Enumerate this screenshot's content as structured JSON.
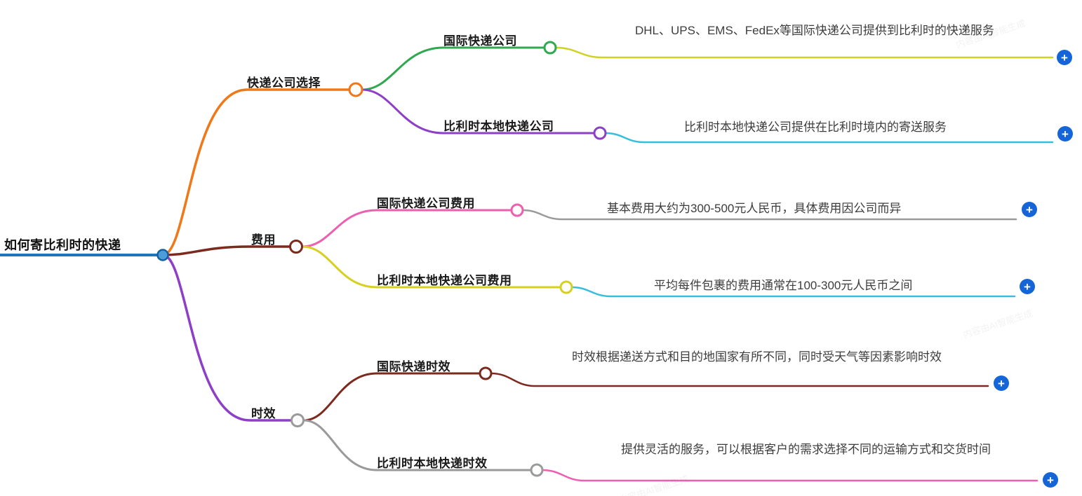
{
  "root": {
    "label": "如何寄比利时的快递"
  },
  "branches": [
    {
      "label": "快递公司选择",
      "color": "#f07818",
      "children": [
        {
          "label": "国际快递公司",
          "color": "#2fa84f",
          "detail": "DHL、UPS、EMS、FedEx等国际快递公司提供到比利时的快递服务",
          "detail_line_color": "#cfd21f"
        },
        {
          "label": "比利时本地快递公司",
          "color": "#8e3fc7",
          "detail": "比利时本地快递公司提供在比利时境内的寄送服务",
          "detail_line_color": "#35bfdc"
        }
      ]
    },
    {
      "label": "费用",
      "color": "#7d2a1e",
      "children": [
        {
          "label": "国际快递公司费用",
          "color": "#ee5fb0",
          "detail": "基本费用大约为300-500元人民币，具体费用因公司而异",
          "detail_line_color": "#9a9a9a"
        },
        {
          "label": "比利时本地快递公司费用",
          "color": "#d6d020",
          "detail": "平均每件包裹的费用通常在100-300元人民币之间",
          "detail_line_color": "#35bfdc"
        }
      ]
    },
    {
      "label": "时效",
      "color": "#9a9a9a",
      "children": [
        {
          "label": "国际快递时效",
          "color": "#7d2a1e",
          "detail": "时效根据递送方式和目的地国家有所不同，同时受天气等因素影响时效",
          "detail_line_color": "#7d2a1e"
        },
        {
          "label": "比利时本地快递时效",
          "color": "#9a9a9a",
          "detail": "提供灵活的服务，可以根据客户的需求选择不同的运输方式和交货时间",
          "detail_line_color": "#ee5fb0"
        }
      ]
    }
  ],
  "icons": {
    "plus": "+"
  },
  "colors": {
    "root_blue": "#1e74bd",
    "orange": "#f07818",
    "green": "#2fa84f",
    "purple": "#8e3fc7",
    "maroon": "#7d2a1e",
    "pink": "#ee5fb0",
    "yellow_green": "#cfd21f",
    "cyan": "#35bfdc",
    "gray": "#9a9a9a",
    "plus_button_blue": "#1565d8"
  },
  "watermark": {
    "text": "内容由AI智能生成"
  }
}
